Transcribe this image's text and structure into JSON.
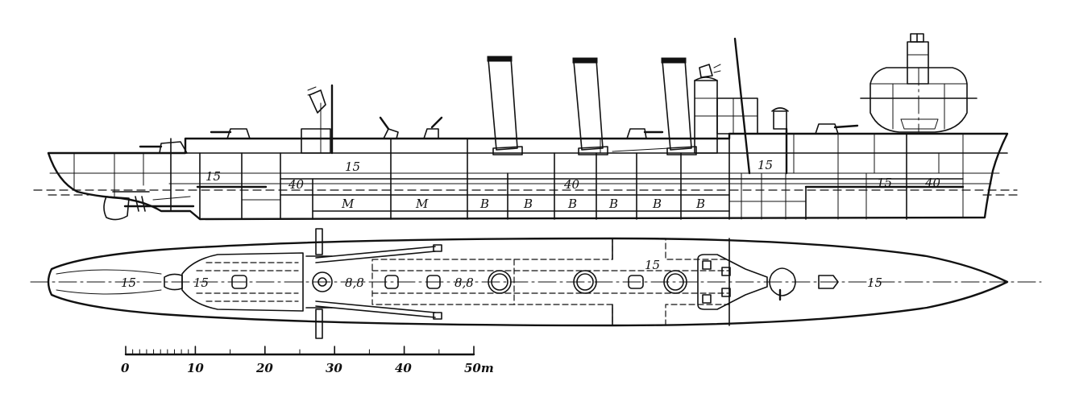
{
  "side_view": {
    "armor_labels": [
      "15",
      "15",
      "40",
      "40",
      "15",
      "15",
      "40"
    ],
    "compartment_labels": [
      "M",
      "M",
      "B",
      "B",
      "B",
      "B",
      "B",
      "B"
    ]
  },
  "plan_view": {
    "armor_labels": [
      "15",
      "15",
      "8,8",
      "8,8",
      "15",
      "15"
    ]
  },
  "scale_bar": {
    "ticks": [
      "0",
      "10",
      "20",
      "30",
      "40",
      "50m"
    ]
  }
}
